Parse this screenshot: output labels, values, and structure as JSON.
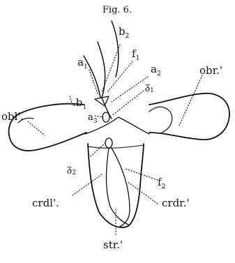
{
  "figure": {
    "caption": "Fig. 6.",
    "labels": {
      "b2": {
        "base": "b",
        "sub": "2"
      },
      "a1": {
        "base": "a",
        "sub": "1"
      },
      "f1": {
        "base": "f",
        "sub": "1"
      },
      "a2": {
        "base": "a",
        "sub": "2"
      },
      "b1": {
        "base": ".b",
        "sub": "1"
      },
      "g1": {
        "base": "ᵹ",
        "sub": "1"
      },
      "obl": {
        "text": "obl'."
      },
      "obr": {
        "text": "obr.'"
      },
      "a3": {
        "base": "a",
        "sub": "3"
      },
      "g2": {
        "base": "ᵹ",
        "sub": "2"
      },
      "f2": {
        "base": "f",
        "sub": "2"
      },
      "crdl": {
        "text": "crdl'."
      },
      "crdr": {
        "text": "crdr.'"
      },
      "str": {
        "text": "str.'"
      }
    }
  }
}
